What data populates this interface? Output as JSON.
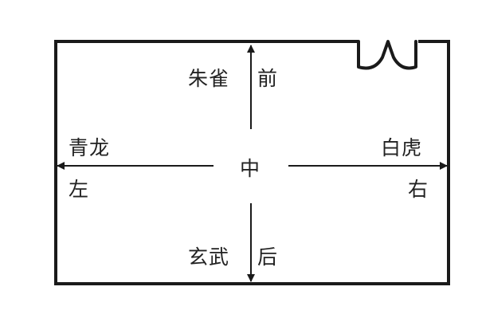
{
  "labels": {
    "front_guardian": "朱雀",
    "front": "前",
    "left_guardian": "青龙",
    "left": "左",
    "center": "中",
    "right_guardian": "白虎",
    "right": "右",
    "back_guardian": "玄武",
    "back": "后"
  },
  "colors": {
    "line": "#1a1a1a",
    "text": "#222222",
    "background": "#ffffff"
  }
}
